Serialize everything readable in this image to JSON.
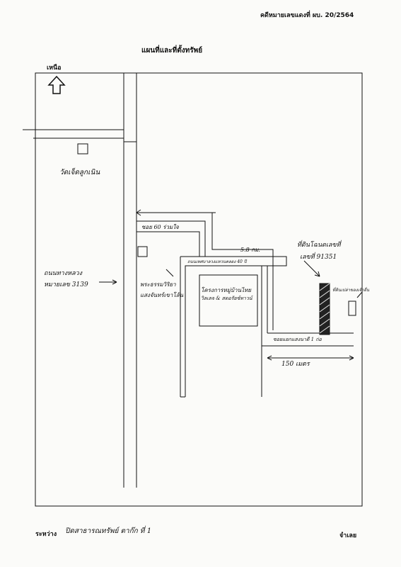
{
  "header": {
    "case_number": "คดีหมายเลขแดงที่ ผบ. 20/2564",
    "title": "แผนที่และที่ตั้งทรัพย์"
  },
  "map": {
    "north_label": "เหนือ",
    "temple": "วัดเจ็ดลูกเนิน",
    "soi_60": "ซอย 60 ร่วมใจ",
    "distance_58": "5.8 กม.",
    "road_top": "ถนนเทศบาลวงแหวนคลอง 40 ปี",
    "project_line1": "โครงการหมู่บ้านไทย",
    "project_line2": "วิลเลจ & สตอรัยซ์ทาวน์",
    "monk_line1": "พระธรรมวิริยา",
    "monk_line2": "แสงจันทร์เขาโล้น",
    "main_road_line1": "ถนนทางหลวง",
    "main_road_line2": "หมายเลข 3139",
    "property_line1": "ที่ดินโฉนดเลขที่",
    "property_line2": "เลขที่ 91351",
    "neighbor": "ที่ดินเปล่าของเจ้าอื่น",
    "soi_bottom": "ซอยแยกแสงนาดี 1 ก่อ",
    "distance_150": "150 เมตร"
  },
  "footer": {
    "between_label": "ระหว่าง",
    "parties": "ปิดสาธารณทรัพย์ ตาก๊ก ที่ 1",
    "defendant_label": "จำเลย"
  }
}
